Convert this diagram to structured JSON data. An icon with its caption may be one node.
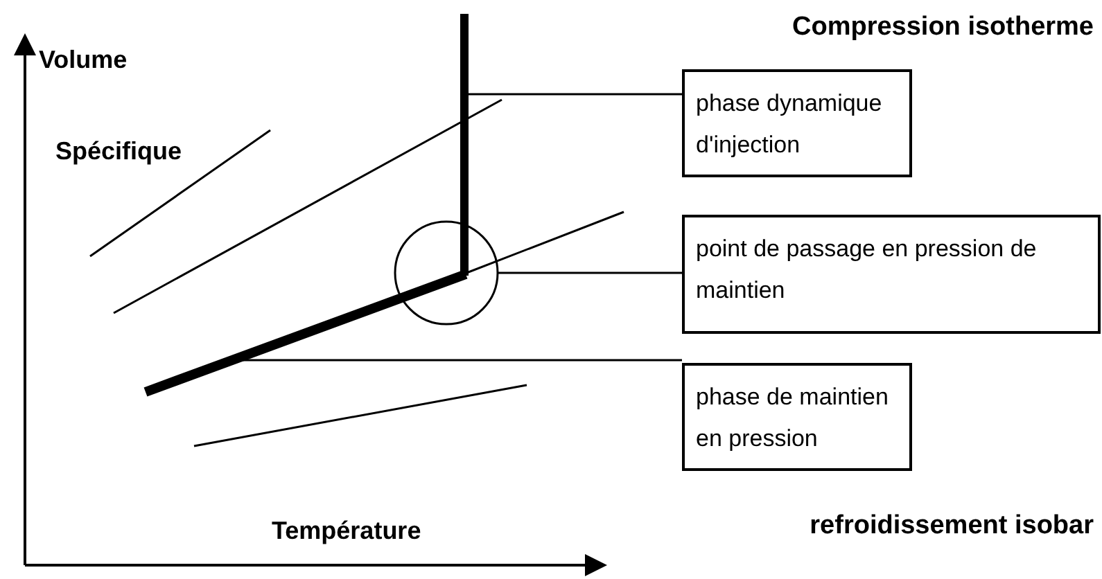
{
  "diagram": {
    "nodes": [
      {
        "text": [
          "Compression isotherme",
          "phase dynamique d'injection"
        ]
      },
      {
        "text": [
          "point de passage en pression de maintien"
        ]
      },
      {
        "text": [
          "phase de maintien en pression",
          "refroidissement isobar"
        ]
      },
      {
        "text": [],
        "shape": "bar"
      },
      {
        "text": [],
        "shape": "circle"
      },
      {
        "text": [],
        "shape": "bar"
      }
    ],
    "edges": [
      {
        "from": 0,
        "to": 3,
        "arrow": "none"
      },
      {
        "from": 1,
        "to": 4,
        "arrow": "none"
      },
      {
        "from": 2,
        "to": 5,
        "arrow": "none"
      }
    ],
    "labels": [
      "Volume",
      "Spécifique",
      "Température"
    ]
  }
}
